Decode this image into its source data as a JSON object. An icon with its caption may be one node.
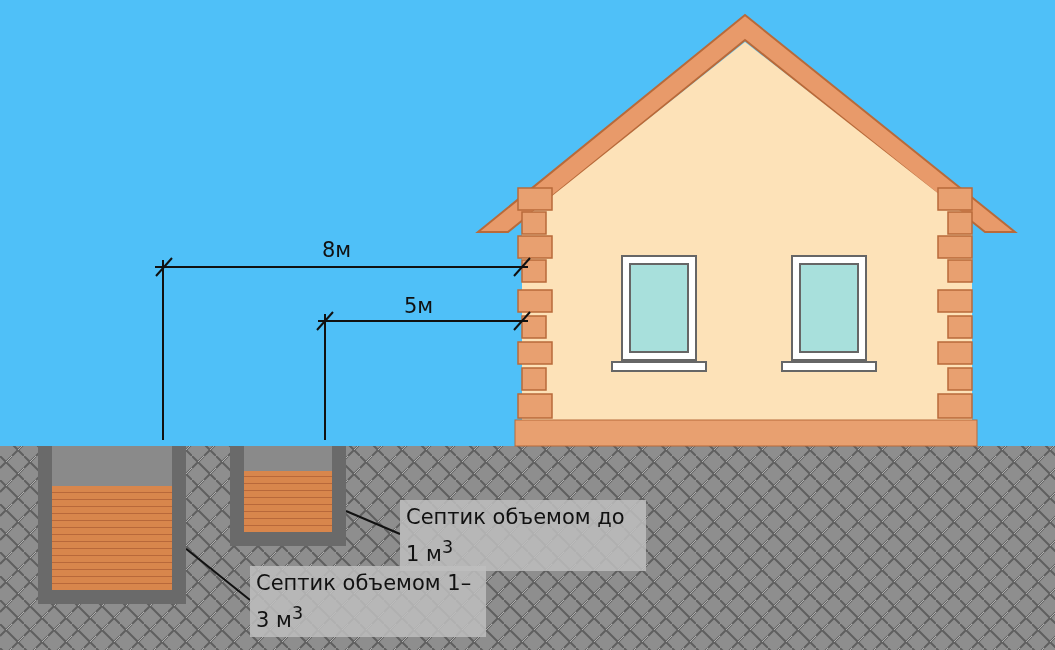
{
  "diagram": {
    "nodes": [
      {
        "text": [],
        "shape": "box"
      },
      {
        "text": [],
        "shape": "box"
      },
      {
        "text": [
          "Септик объемом до 1 м$^{3}$"
        ]
      },
      {
        "text": [
          "Септик объемом 1–3 м$^{3}$"
        ]
      }
    ],
    "edges": [
      {
        "from": 2,
        "to": 1,
        "arrow": "none"
      },
      {
        "from": 3,
        "to": 0,
        "arrow": "none"
      }
    ],
    "labels": [
      "8м",
      "5м"
    ]
  }
}
